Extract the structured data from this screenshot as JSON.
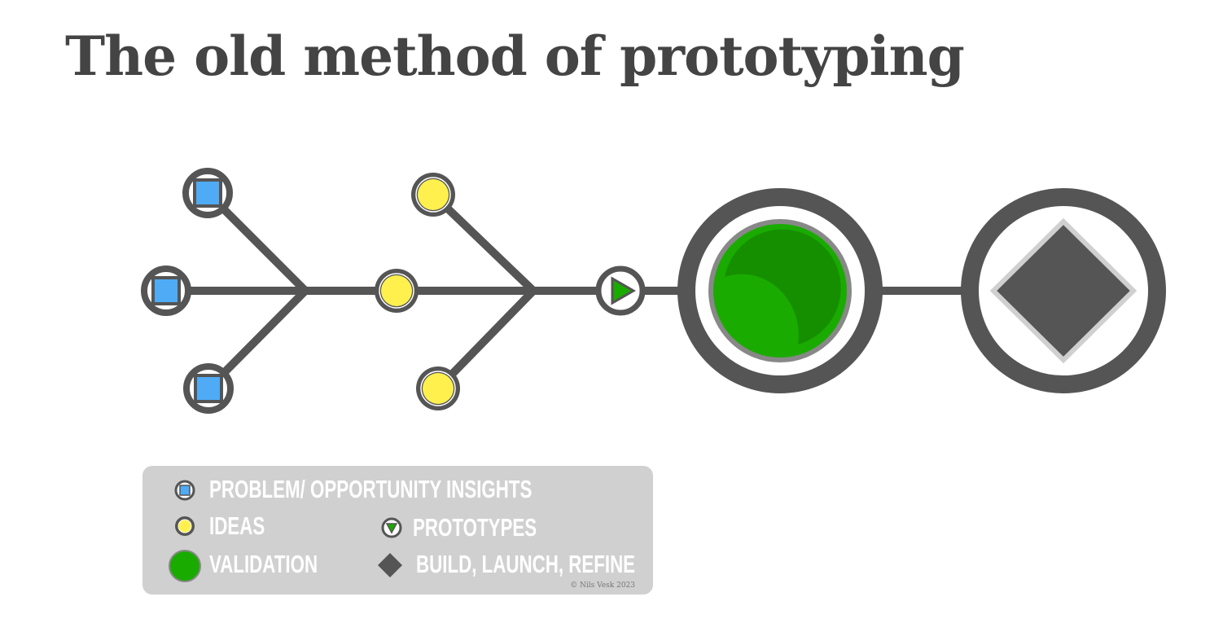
{
  "title": "The old method of prototyping",
  "legend": {
    "items": [
      {
        "label": "PROBLEM/ OPPORTUNITY INSIGHTS",
        "icon": "blue-square-node-icon"
      },
      {
        "label": "IDEAS",
        "icon": "yellow-circle-node-icon"
      },
      {
        "label": "PROTOTYPES",
        "icon": "green-triangle-node-icon"
      },
      {
        "label": "VALIDATION",
        "icon": "green-circle-icon"
      },
      {
        "label": "BUILD, LAUNCH, REFINE",
        "icon": "diamond-icon"
      }
    ],
    "copyright": "© Nils Vesk 2023"
  },
  "colors": {
    "line": "#555555",
    "insight": "#4fabf5",
    "idea": "#fff04e",
    "validation": "#1aab00",
    "build": "#555555",
    "legend_bg": "#d0d0d0"
  }
}
